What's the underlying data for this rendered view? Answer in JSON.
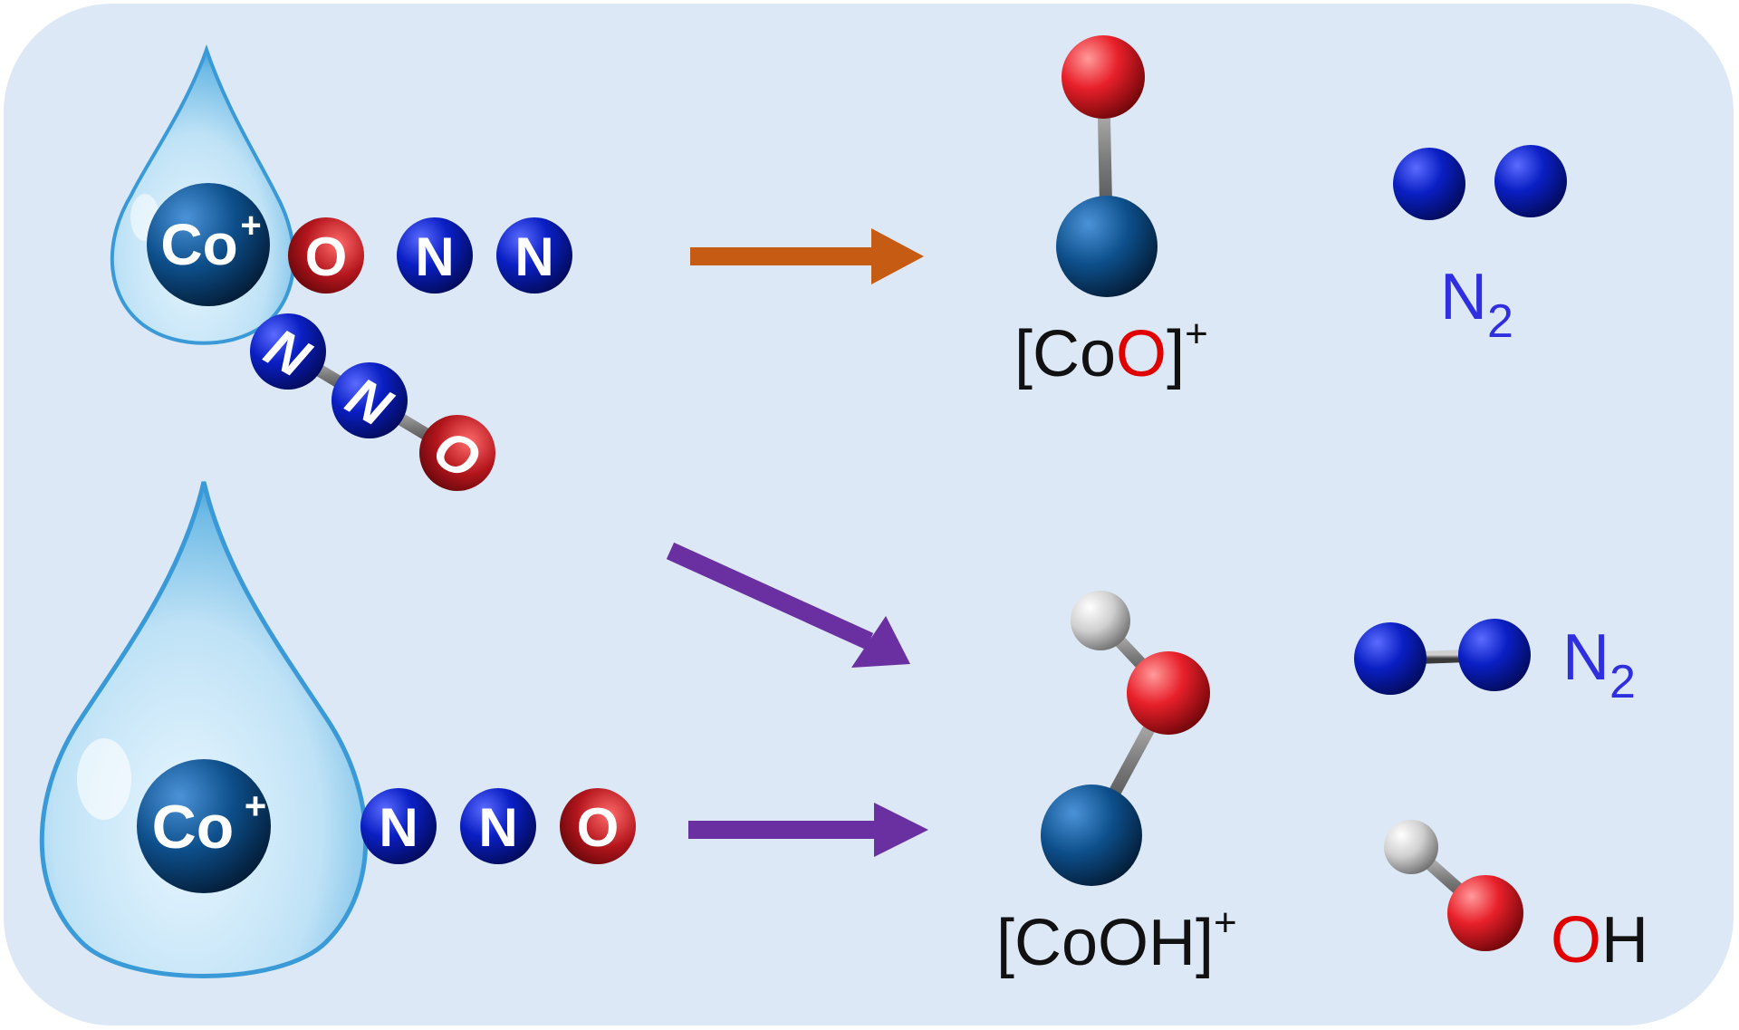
{
  "colors": {
    "panel": "#dce8f5",
    "cobalt": "#0d4f8b",
    "nitrogen": "#0a1fc4",
    "oxygen": "#e8202a",
    "hydrogen": "#d8d8d8",
    "bond": "#808080",
    "arrow_orange": "#c65b14",
    "arrow_purple": "#6a2fa0",
    "label_black": "#111111",
    "label_blue": "#2f2fe0",
    "label_red": "#e00000"
  },
  "reactants": {
    "top_ion": {
      "symbol": "Co",
      "charge": "+"
    },
    "top_ligand_1": [
      "O",
      "N",
      "N"
    ],
    "top_ligand_2": [
      "N",
      "N",
      "O"
    ],
    "bottom_ion": {
      "symbol": "Co",
      "charge": "+"
    },
    "bottom_ligand": [
      "N",
      "N",
      "O"
    ]
  },
  "products": {
    "coo": {
      "open": "[Co",
      "o": "O",
      "close": "]",
      "charge": "+"
    },
    "n2_top": {
      "n": "N",
      "sub": "2"
    },
    "cooh": {
      "text": "[CoOH]",
      "charge": "+"
    },
    "n2_bottom": {
      "n": "N",
      "sub": "2"
    },
    "oh": {
      "o": "O",
      "h": "H"
    }
  }
}
